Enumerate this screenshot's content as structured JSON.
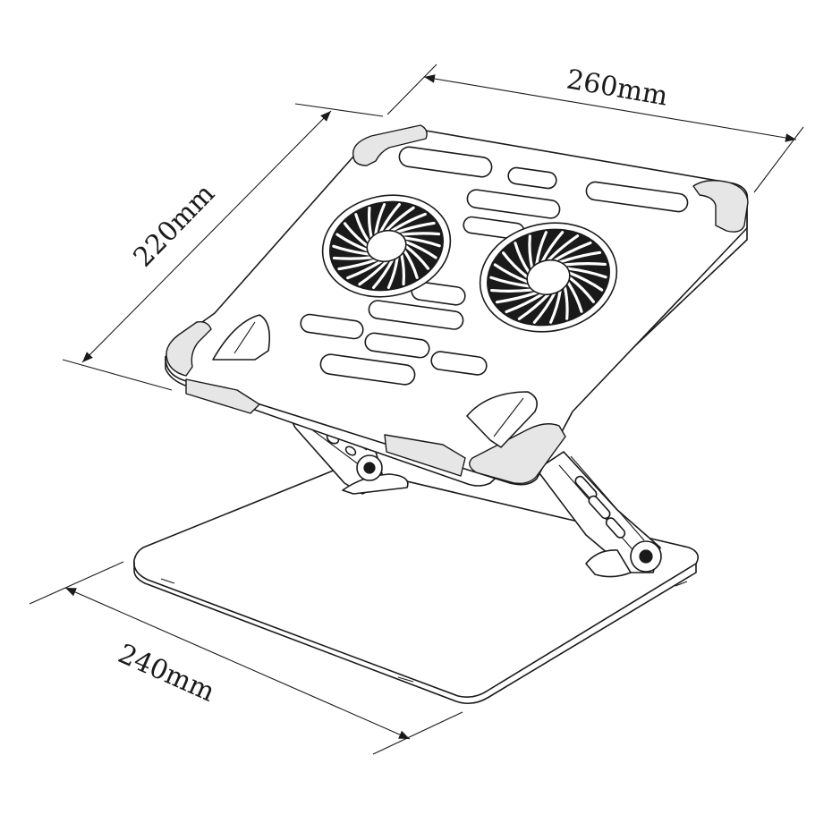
{
  "figure": {
    "subject": "laptop-stand-with-cooling-fans",
    "dimensions": {
      "width_label": "260mm",
      "depth_label": "220mm",
      "base_label": "240mm"
    },
    "colors": {
      "line": "#1a1a1a",
      "background": "#ffffff"
    }
  }
}
